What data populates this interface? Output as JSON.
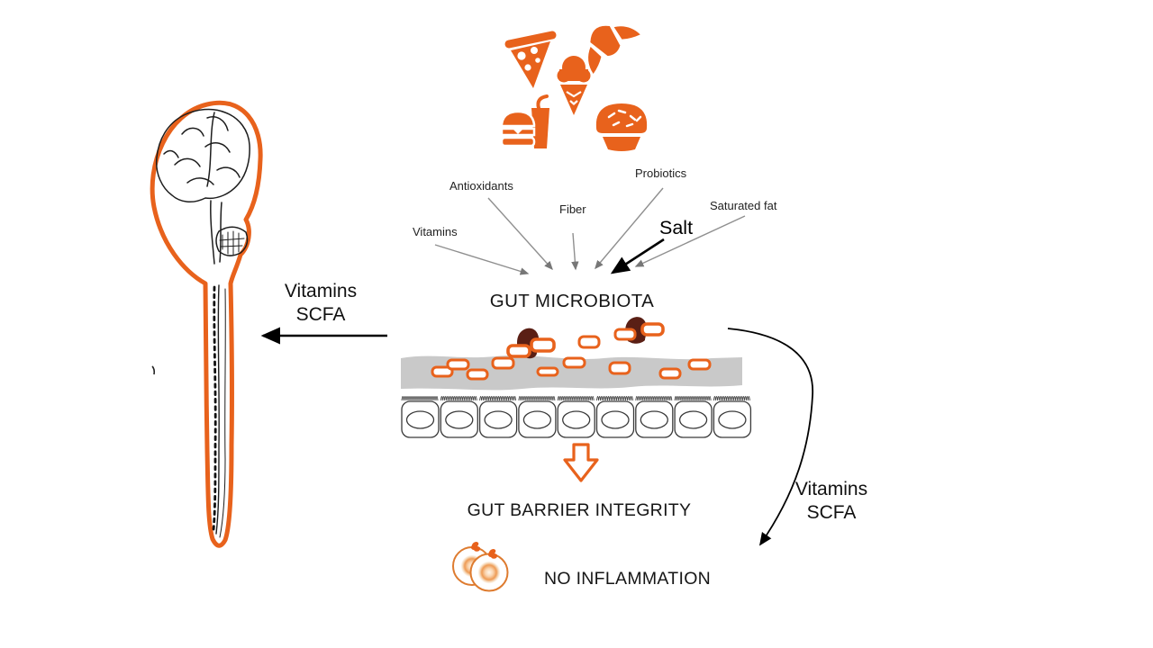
{
  "title": "GUT MICROBIOTA",
  "food_icons": [
    "pizza-icon",
    "croissant-icon",
    "ice-cream-icon",
    "burger-drink-icon",
    "muffin-icon"
  ],
  "inputs": [
    {
      "label": "Vitamins"
    },
    {
      "label": "Antioxidants"
    },
    {
      "label": "Fiber"
    },
    {
      "label": "Probiotics"
    },
    {
      "label": "Salt"
    },
    {
      "label": "Saturated fat"
    }
  ],
  "left_pathway": {
    "line1": "Vitamins",
    "line2": "SCFA"
  },
  "right_pathway": {
    "line1": "Vitamins",
    "line2": "SCFA"
  },
  "gut_barrier_label": "GUT BARRIER INTEGRITY",
  "outcome_label": "NO INFLAMMATION",
  "colors": {
    "accent_orange": "#E8621C",
    "microbe_dark": "#5A1F15",
    "mucus_gray": "#C9C9C9",
    "arrow_gray": "#8F8F8F",
    "text": "#1C1C1C"
  }
}
